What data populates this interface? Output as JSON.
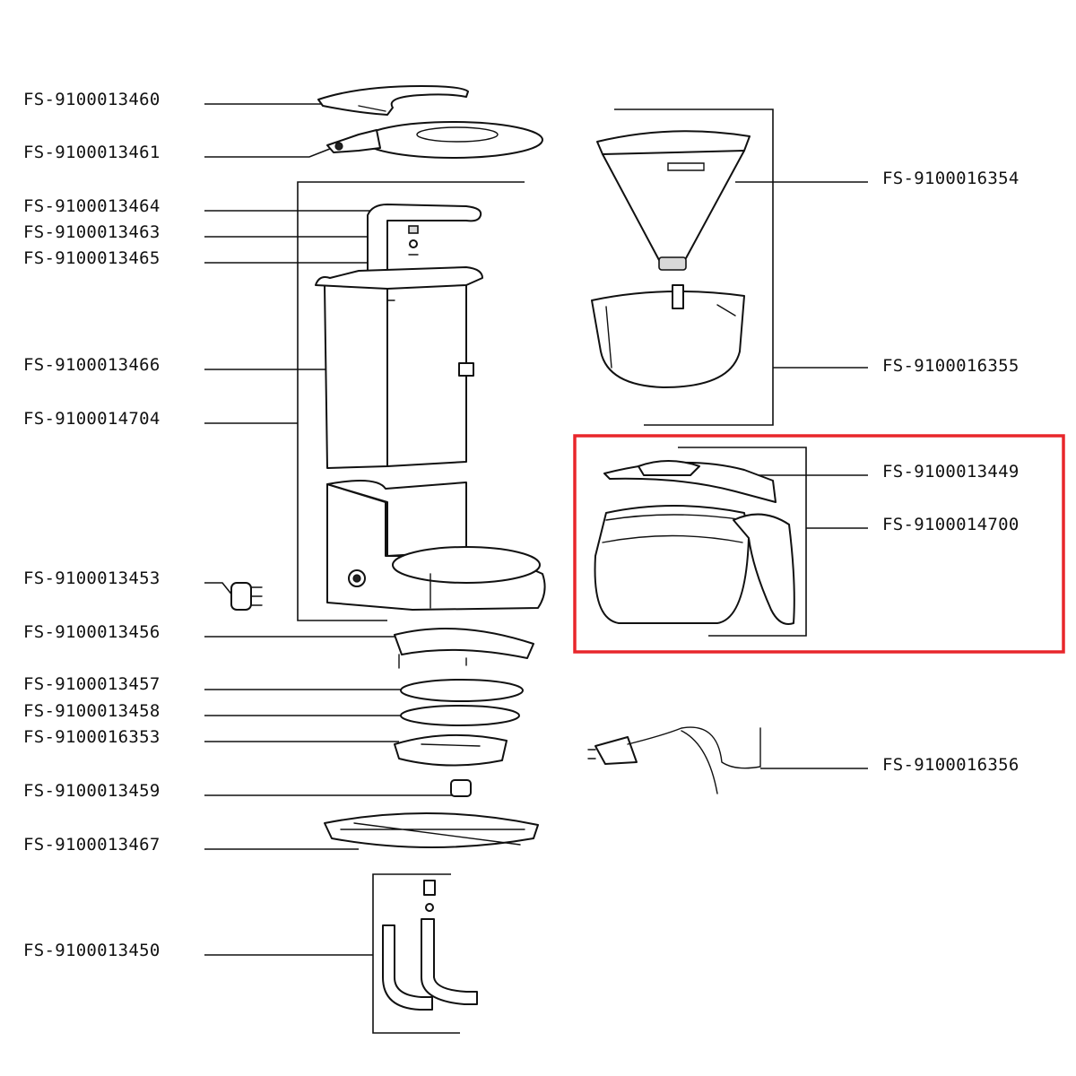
{
  "parts_left": [
    "FS-9100013460",
    "FS-9100013461",
    "FS-9100013464",
    "FS-9100013463",
    "FS-9100013465",
    "FS-9100013466",
    "FS-9100014704",
    "FS-9100013453",
    "FS-9100013456",
    "FS-9100013457",
    "FS-9100013458",
    "FS-9100016353",
    "FS-9100013459",
    "FS-9100013467",
    "FS-9100013450"
  ],
  "parts_right": [
    "FS-9100016354",
    "FS-9100016355",
    "FS-9100013449",
    "FS-9100014700",
    "FS-9100016356"
  ],
  "highlight": {
    "color": "#e8262b",
    "parts": [
      "FS-9100013449",
      "FS-9100014700"
    ]
  }
}
